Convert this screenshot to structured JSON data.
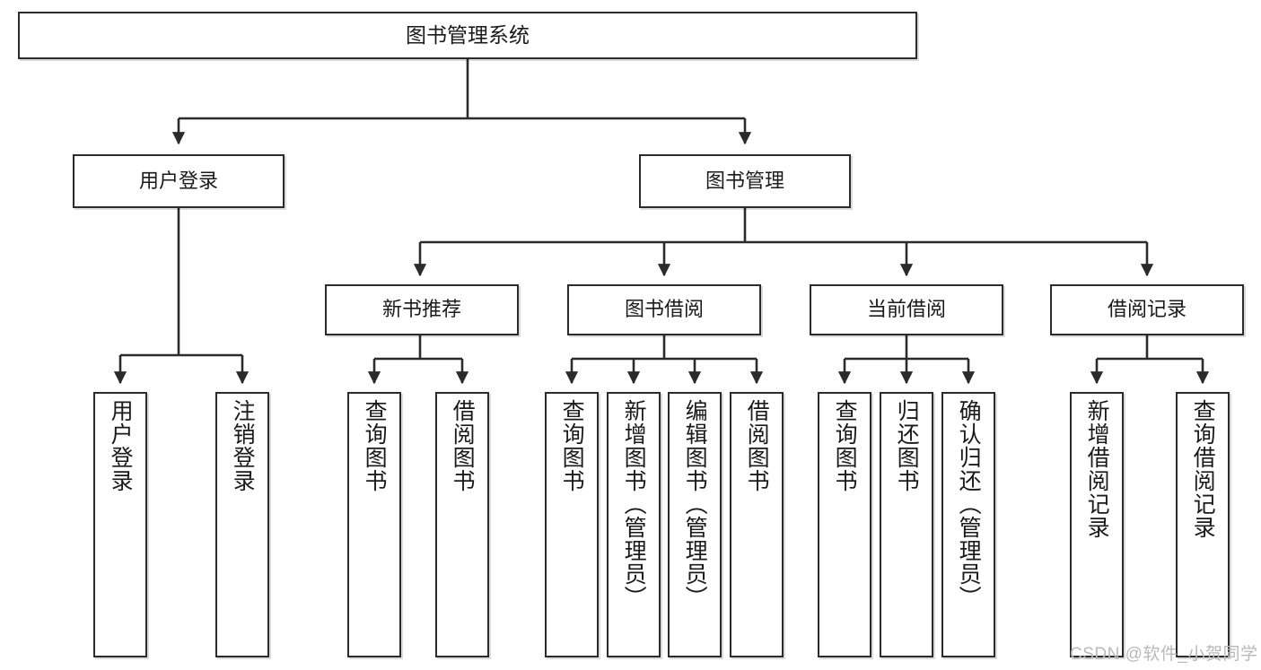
{
  "diagram": {
    "title": "图书管理系统",
    "type": "tree",
    "root": {
      "id": "root",
      "label": "图书管理系统"
    },
    "level2": [
      {
        "id": "user-login",
        "label": "用户登录"
      },
      {
        "id": "book-management",
        "label": "图书管理"
      }
    ],
    "level3": [
      {
        "id": "new-book-recommend",
        "label": "新书推荐"
      },
      {
        "id": "book-borrow",
        "label": "图书借阅"
      },
      {
        "id": "current-borrow",
        "label": "当前借阅"
      },
      {
        "id": "borrow-record",
        "label": "借阅记录"
      }
    ],
    "leaves": {
      "user_login": [
        {
          "id": "leaf-user-login",
          "label": "用户登录"
        },
        {
          "id": "leaf-logout",
          "label": "注销登录"
        }
      ],
      "new_book_recommend": [
        {
          "id": "leaf-query-book-1",
          "label": "查询图书"
        },
        {
          "id": "leaf-borrow-book-1",
          "label": "借阅图书"
        }
      ],
      "book_borrow": [
        {
          "id": "leaf-query-book-2",
          "label": "查询图书"
        },
        {
          "id": "leaf-add-book",
          "label": "新增图书（管理员）"
        },
        {
          "id": "leaf-edit-book",
          "label": "编辑图书（管理员）"
        },
        {
          "id": "leaf-borrow-book-2",
          "label": "借阅图书"
        }
      ],
      "current_borrow": [
        {
          "id": "leaf-query-book-3",
          "label": "查询图书"
        },
        {
          "id": "leaf-return-book",
          "label": "归还图书"
        },
        {
          "id": "leaf-confirm-return",
          "label": "确认归还（管理员）"
        }
      ],
      "borrow_record": [
        {
          "id": "leaf-add-record",
          "label": "新增借阅记录"
        },
        {
          "id": "leaf-query-record",
          "label": "查询借阅记录"
        }
      ]
    }
  },
  "watermark": {
    "text": "CSDN @软件_小贺同学"
  },
  "colors": {
    "stroke": "#2b2b2b",
    "fill": "#ffffff",
    "text": "#1a1a1a",
    "watermark": "#b9b9b9"
  }
}
